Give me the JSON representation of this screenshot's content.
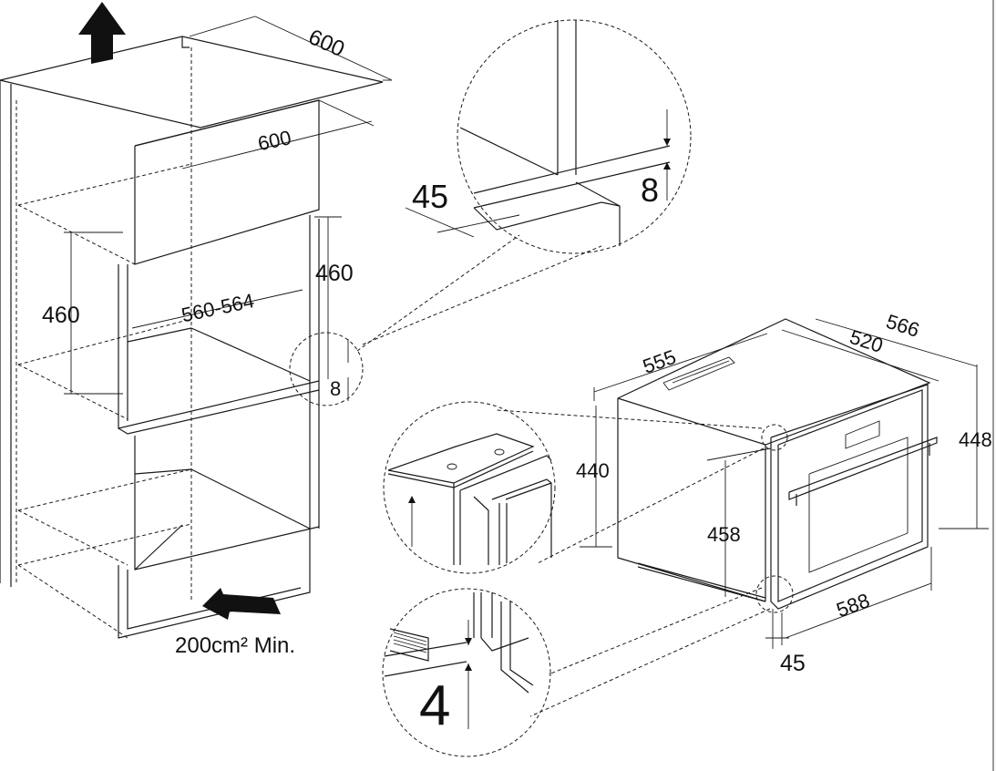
{
  "dimensions": {
    "top_depth": "600",
    "inner_depth": "600",
    "niche_height_left": "460",
    "niche_height_right": "460",
    "niche_width": "560-564",
    "shelf_step": "8",
    "detail_top_depth": "45",
    "detail_top_step": "8",
    "oven_depth": "555",
    "oven_width_outer": "566",
    "oven_width_inner": "520",
    "oven_height_total": "448",
    "oven_height_body": "440",
    "oven_height_front": "458",
    "oven_front_width": "588",
    "oven_front_overhang": "45",
    "detail_bottom_gap": "4"
  },
  "annotations": {
    "ventilation": "200cm² Min."
  },
  "colors": {
    "line": "#1a1a1a",
    "background": "#ffffff"
  }
}
